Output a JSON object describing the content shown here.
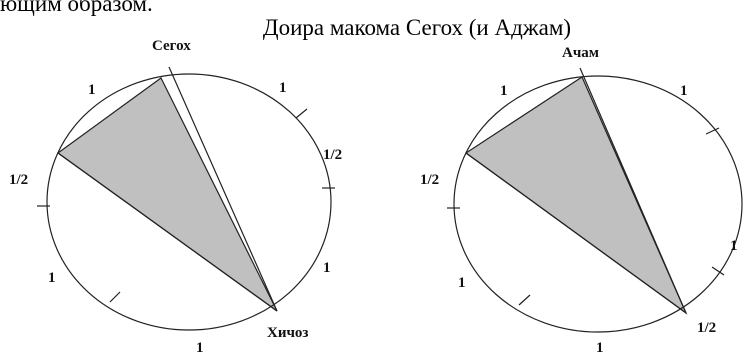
{
  "header": {
    "cut_text": "ющим образом.",
    "title": "Доира макома Сегох (и Аджам)"
  },
  "colors": {
    "sector_fill": "#c0c0c0",
    "line": "#222222",
    "text": "#111111"
  },
  "diagrams": [
    {
      "top_label": "Сегох",
      "bottom_label": "Хичоз",
      "intervals": [
        "1",
        "1",
        "1/2",
        "1",
        "1",
        "1",
        "1/2"
      ]
    },
    {
      "top_label": "Ачам",
      "bottom_label": "",
      "intervals": [
        "1",
        "1",
        "1/2",
        "1",
        "1",
        "1",
        "1/2"
      ]
    }
  ]
}
